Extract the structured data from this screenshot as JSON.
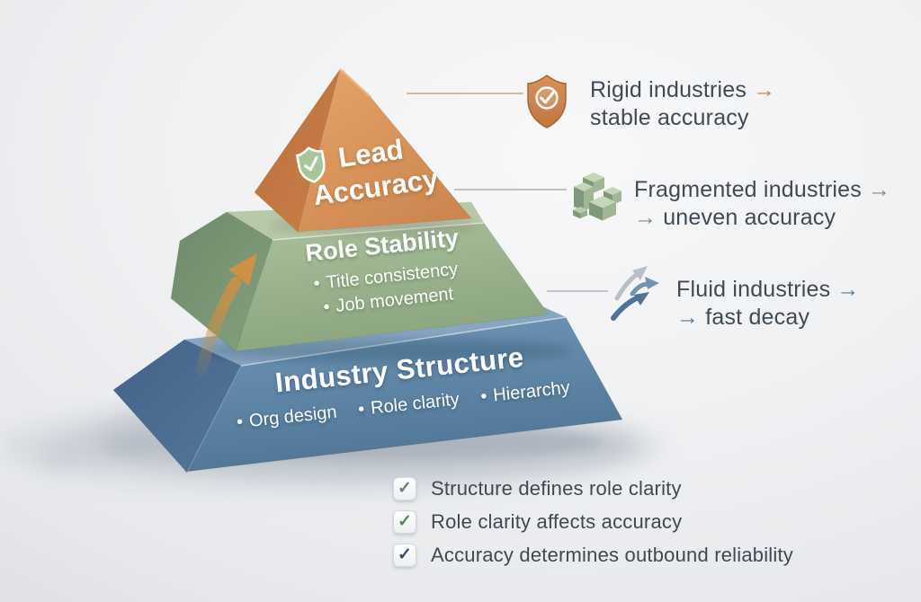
{
  "glyphs": {
    "arrow": "→",
    "bullet": "•",
    "check": "✓"
  },
  "pyramid": {
    "top": {
      "label_line1": "Lead",
      "label_line2": "Accuracy",
      "badge_icon": "shield-check",
      "color": "#d9955e"
    },
    "middle": {
      "title": "Role Stability",
      "bullets": [
        "Title consistency",
        "Job movement"
      ],
      "color": "#9fb894"
    },
    "base": {
      "title": "Industry Structure",
      "bullets": [
        "Org design",
        "Role clarity",
        "Hierarchy"
      ],
      "color": "#6189ac"
    }
  },
  "annotations": [
    {
      "icon": "shield-check-icon",
      "line1": "Rigid industries",
      "line2": "stable accuracy",
      "line2_has_arrow": false,
      "accent": "#c8793d"
    },
    {
      "icon": "fragmented-cubes-icon",
      "line1": "Fragmented industries",
      "line2": "uneven accuracy",
      "line2_has_arrow": true,
      "accent": "#72936a"
    },
    {
      "icon": "fluid-arrows-icon",
      "line1": "Fluid industries",
      "line2": "fast decay",
      "line2_has_arrow": true,
      "accent": "#54799c"
    }
  ],
  "checklist": {
    "items": [
      {
        "text": "Structure defines role clarity",
        "check_color": "#6a8072"
      },
      {
        "text": "Role clarity affects accuracy",
        "check_color": "#55895b"
      },
      {
        "text": "Accuracy determines outbound reliability",
        "check_color": "#2f506e"
      }
    ]
  }
}
